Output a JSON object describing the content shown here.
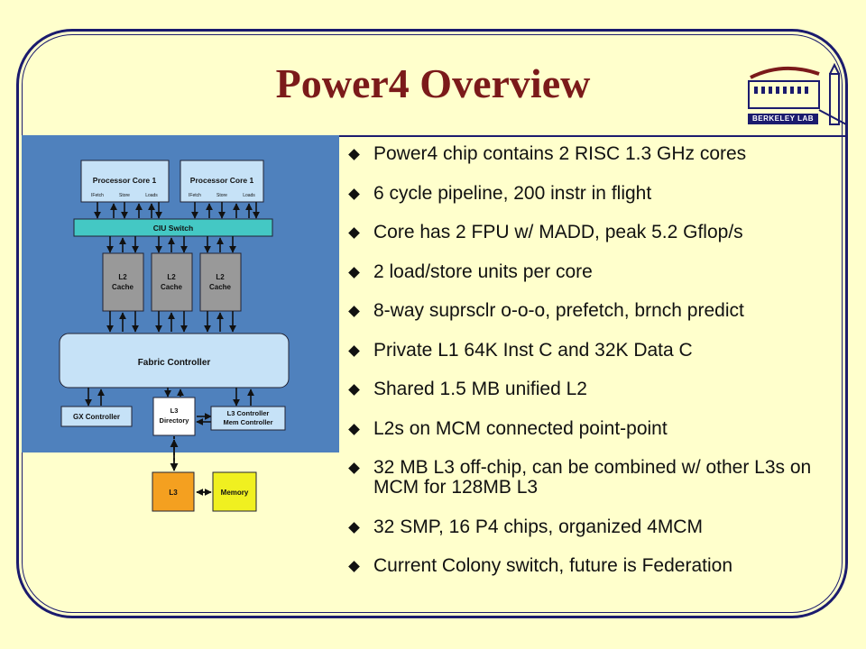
{
  "slide": {
    "title": "Power4 Overview",
    "logo_text": "BERKELEY LAB",
    "bullets": [
      "Power4 chip contains 2 RISC 1.3 GHz cores",
      "6 cycle pipeline, 200 instr in flight",
      "Core has 2 FPU w/ MADD, peak 5.2 Gflop/s",
      "2 load/store units per core",
      "8-way suprsclr o-o-o, prefetch, brnch predict",
      "Private L1 64K Inst C and 32K Data C",
      "Shared 1.5 MB unified L2",
      "L2s on MCM connected point-point",
      "32 MB L3 off-chip, can be combined w/ other L3s on MCM for 128MB L3",
      "32 SMP, 16 P4 chips, organized 4MCM",
      "Current Colony switch, future is Federation"
    ]
  },
  "diagram": {
    "core1": "Processor Core 1",
    "core2": "Processor Core 1",
    "ifetch": "IFetch",
    "store": "Store",
    "loads": "Loads",
    "ciu_switch": "CIU Switch",
    "l2": "L2",
    "cache": "Cache",
    "fabric": "Fabric Controller",
    "gx": "GX Controller",
    "l3dir_1": "L3",
    "l3dir_2": "Directory",
    "l3ctrl_1": "L3 Controller",
    "l3ctrl_2": "Mem Controller",
    "l3": "L3",
    "memory": "Memory"
  },
  "colors": {
    "frame": "#1b1b6e",
    "title": "#7b1a1a",
    "diagram_bg": "#4f81bd",
    "box_light": "#c6e2f7",
    "switch": "#44c8c4",
    "cache": "#999999",
    "l3": "#f4a020",
    "memory": "#f0f020"
  }
}
